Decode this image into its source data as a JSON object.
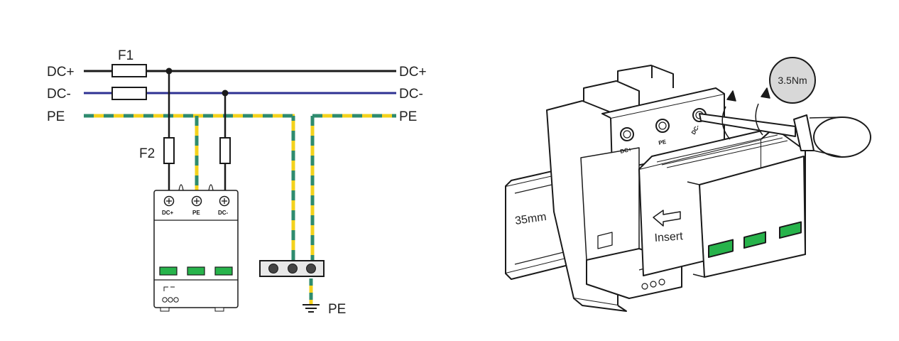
{
  "colors": {
    "dc_positive": "#1a1a1a",
    "dc_negative": "#2e3192",
    "pe_yellow": "#f3d21c",
    "pe_green": "#2e8b6e",
    "indicator_green": "#27b34b",
    "outline": "#1a1a1a"
  },
  "wiring": {
    "line_labels_left": [
      "DC+",
      "DC-",
      "PE"
    ],
    "line_labels_right": [
      "DC+",
      "DC-",
      "PE"
    ],
    "fuse_main": "F1",
    "fuse_branch": "F2",
    "terminals": [
      "DC+",
      "PE",
      "DC-"
    ],
    "ground_label": "PE"
  },
  "installation": {
    "rail_label": "35mm",
    "insert_label": "Insert",
    "torque_label": "3.5Nm",
    "terminals": [
      "DC+",
      "PE",
      "DC-"
    ]
  },
  "icons": [
    "fuse-icon",
    "ground-icon",
    "screwdriver-icon",
    "arrow-left-icon",
    "rotate-arrow-icon"
  ]
}
